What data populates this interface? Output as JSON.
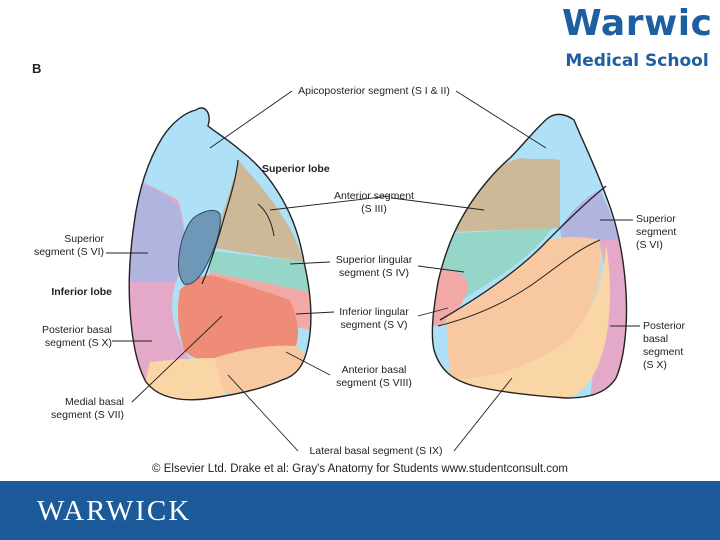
{
  "header": {
    "logo_line1": "Warwick",
    "logo_line2": "Medical School",
    "panel_letter": "B"
  },
  "labels": {
    "apicoposterior": "Apicoposterior segment (S I & II)",
    "superior_lobe": "Superior lobe",
    "anterior_segment": [
      "Anterior segment",
      "(S III)"
    ],
    "superior_lingular": [
      "Superior lingular",
      "segment (S IV)"
    ],
    "inferior_lingular": [
      "Inferior lingular",
      "segment (S V)"
    ],
    "anterior_basal": [
      "Anterior basal",
      "segment (S VIII)"
    ],
    "lateral_basal": "Lateral basal segment (S IX)",
    "superior_left": [
      "Superior",
      "segment (S VI)"
    ],
    "inferior_lobe": "Inferior lobe",
    "posterior_basal_left": [
      "Posterior basal",
      "segment (S X)"
    ],
    "medial_basal": [
      "Medial basal",
      "segment (S VII)"
    ],
    "superior_right": [
      "Superior",
      "segment",
      "(S VI)"
    ],
    "posterior_basal_right": [
      "Posterior",
      "basal",
      "segment",
      "(S X)"
    ]
  },
  "copyright": "© Elsevier Ltd. Drake et al: Gray's Anatomy for Students www.studentconsult.com",
  "footer": {
    "logo": "WARWICK"
  },
  "colors": {
    "apicoposterior": "#aee0f7",
    "anterior": "#cdb898",
    "superior_lingular": "#96d6c8",
    "inferior_lingular": "#f2a9a6",
    "medial_basal": "#ef8c78",
    "anterior_basal": "#f8c9a0",
    "lateral_basal": "#fad6a6",
    "superior_vi": "#b0b4df",
    "posterior_basal": "#e4a9c8",
    "bronchus": "#6f98b8",
    "footer_band": "#1d5a9a",
    "logo_blue": "#1d5fa0"
  }
}
